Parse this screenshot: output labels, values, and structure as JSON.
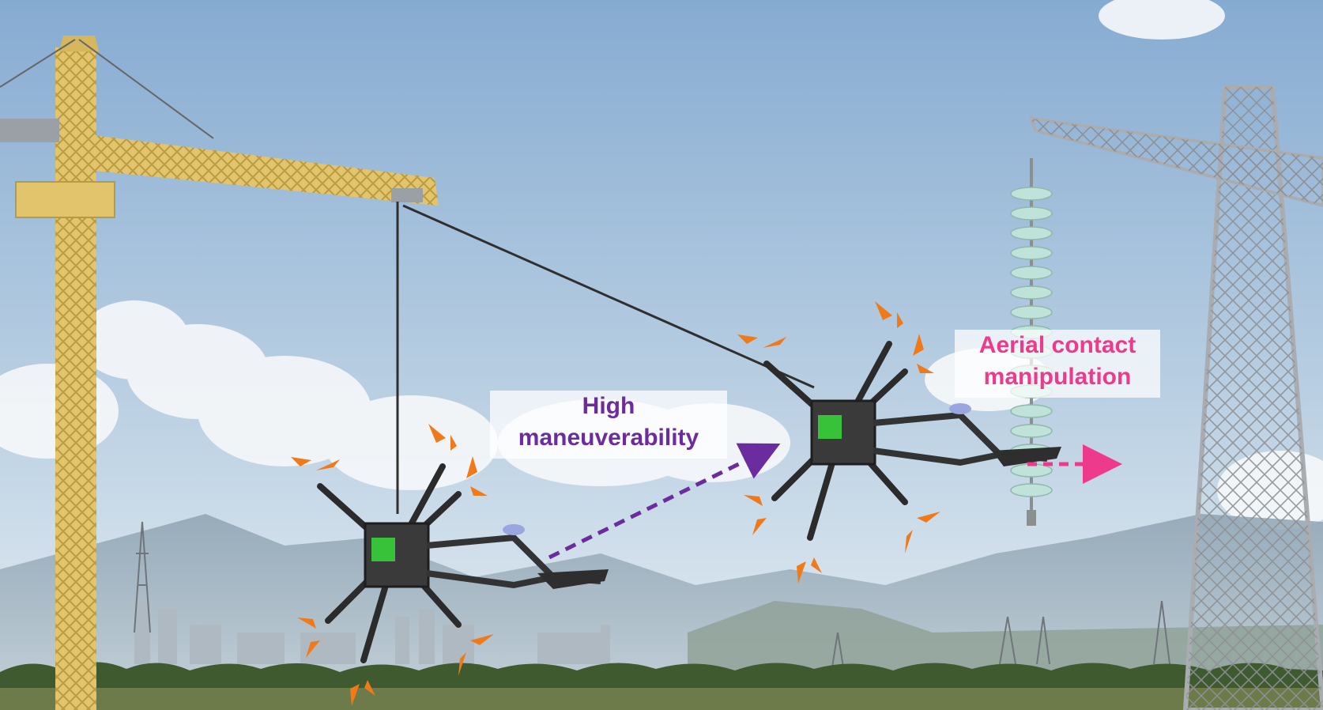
{
  "labels": {
    "maneuverability": {
      "line1": "High",
      "line2": "maneuverability",
      "color": "#6a2c9e"
    },
    "contact": {
      "line1": "Aerial contact",
      "line2": "manipulation",
      "color": "#ee3a8c"
    }
  },
  "colors": {
    "sky_top": "#8fb3d6",
    "sky_bottom": "#e3ecf2",
    "crane": "#e2c46c",
    "pylon": "#b9bcc0",
    "cable": "#2f2f2f",
    "propeller": "#f07a1a",
    "insulator": "#bfe3d8",
    "tree": "#3f5a2e",
    "mountain": "#8aa0b0"
  }
}
